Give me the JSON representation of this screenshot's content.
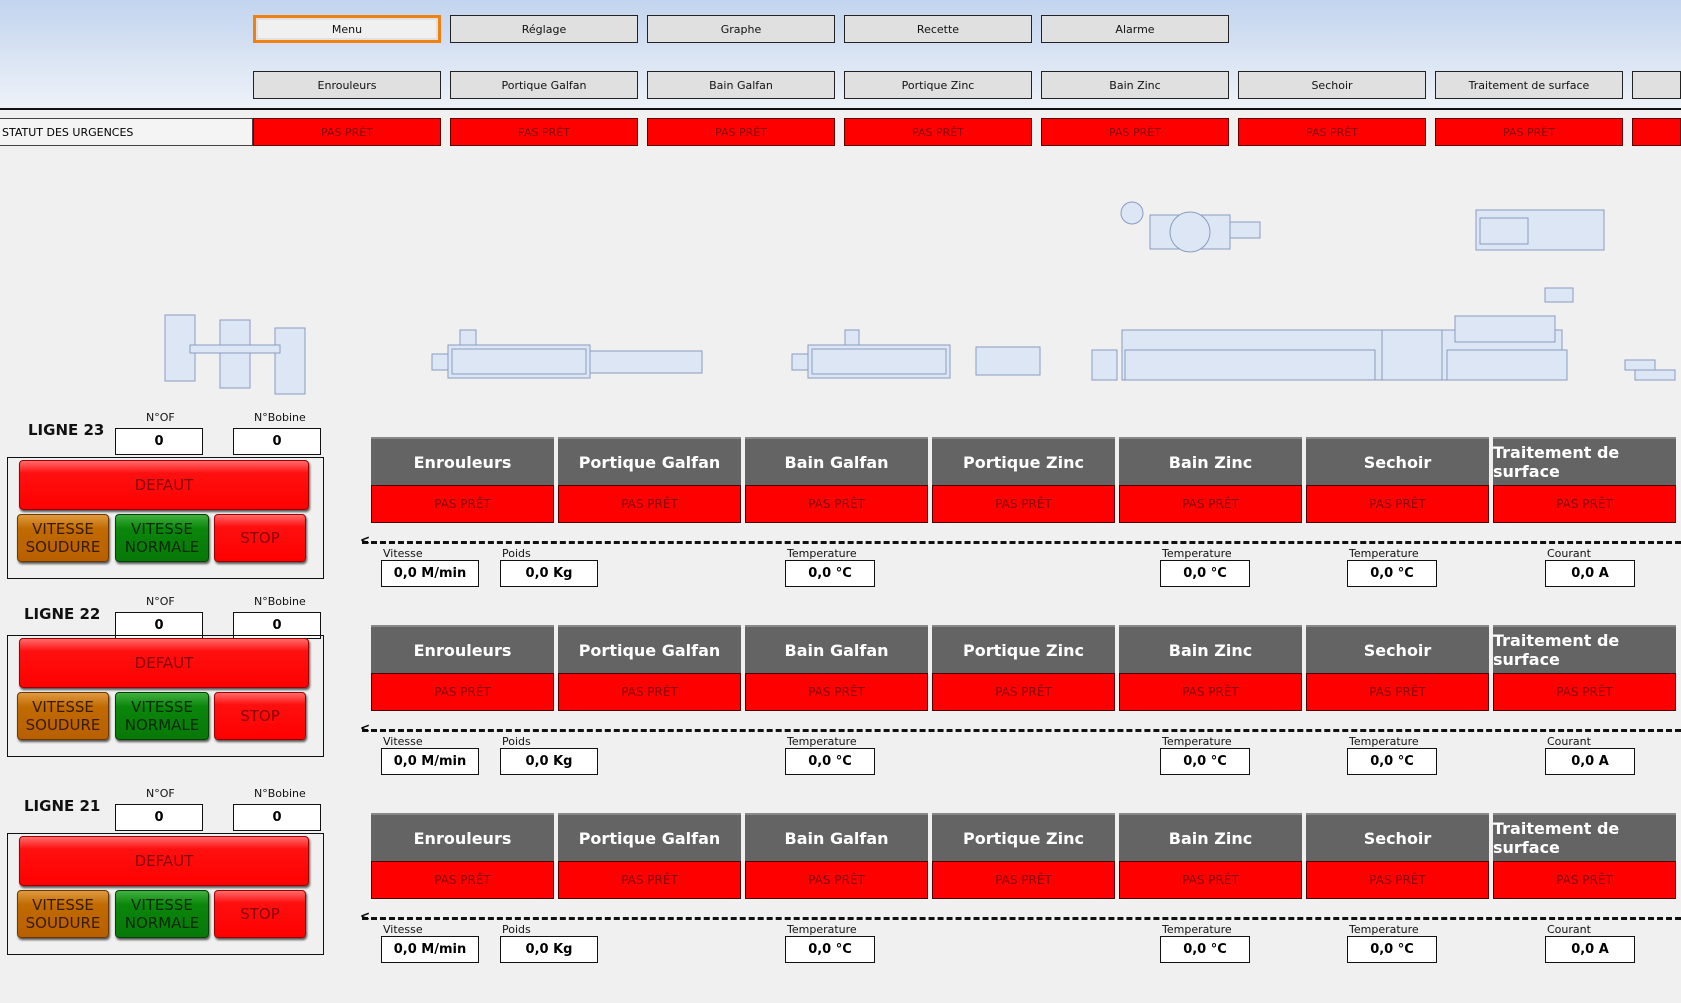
{
  "nav_top": [
    "Menu",
    "Réglage",
    "Graphe",
    "Recette",
    "Alarme"
  ],
  "nav_sections": [
    "Enrouleurs",
    "Portique Galfan",
    "Bain Galfan",
    "Portique Zinc",
    "Bain Zinc",
    "Sechoir",
    "Traitement de surface",
    ""
  ],
  "urgences": {
    "label": "STATUT DES URGENCES",
    "statuses": [
      "PAS PRÊT",
      "PAS PRÊT",
      "PAS PRÊT",
      "PAS PRÊT",
      "PAS PRÊT",
      "PAS PRÊT",
      "PAS PRÊT",
      ""
    ]
  },
  "labels": {
    "of": "N°OF",
    "bobine": "N°Bobine",
    "defaut": "DEFAUT",
    "vitesse_soudure": "VITESSE SOUDURE",
    "vitesse_normale": "VITESSE NORMALE",
    "stop": "STOP",
    "vitesse": "Vitesse",
    "poids": "Poids",
    "temperature": "Temperature",
    "courant": "Courant"
  },
  "modules": [
    "Enrouleurs",
    "Portique Galfan",
    "Bain Galfan",
    "Portique Zinc",
    "Bain Zinc",
    "Sechoir",
    "Traitement de surface"
  ],
  "lines": [
    {
      "name": "LIGNE 23",
      "of": "0",
      "bobine": "0",
      "statuses": [
        "PAS PRÊT",
        "PAS PRÊT",
        "PAS PRÊT",
        "PAS PRÊT",
        "PAS PRÊT",
        "PAS PRÊT",
        "PAS PRÊT"
      ],
      "vitesse": "0,0 M/min",
      "poids": "0,0 Kg",
      "temp_galfan": "0,0 °C",
      "temp_zinc": "0,0 °C",
      "temp_sechoir": "0,0 °C",
      "courant": "0,0 A"
    },
    {
      "name": "LIGNE 22",
      "of": "0",
      "bobine": "0",
      "statuses": [
        "PAS PRÊT",
        "PAS PRÊT",
        "PAS PRÊT",
        "PAS PRÊT",
        "PAS PRÊT",
        "PAS PRÊT",
        "PAS PRÊT"
      ],
      "vitesse": "0,0 M/min",
      "poids": "0,0 Kg",
      "temp_galfan": "0,0 °C",
      "temp_zinc": "0,0 °C",
      "temp_sechoir": "0,0 °C",
      "courant": "0,0 A"
    },
    {
      "name": "LIGNE 21",
      "of": "0",
      "bobine": "0",
      "statuses": [
        "PAS PRÊT",
        "PAS PRÊT",
        "PAS PRÊT",
        "PAS PRÊT",
        "PAS PRÊT",
        "PAS PRÊT",
        "PAS PRÊT"
      ],
      "vitesse": "0,0 M/min",
      "poids": "0,0 Kg",
      "temp_galfan": "0,0 °C",
      "temp_zinc": "0,0 °C",
      "temp_sechoir": "0,0 °C",
      "courant": "0,0 A"
    }
  ],
  "colors": {
    "alarm": "#ff0000",
    "header": "#646464",
    "active": "#f08010"
  }
}
